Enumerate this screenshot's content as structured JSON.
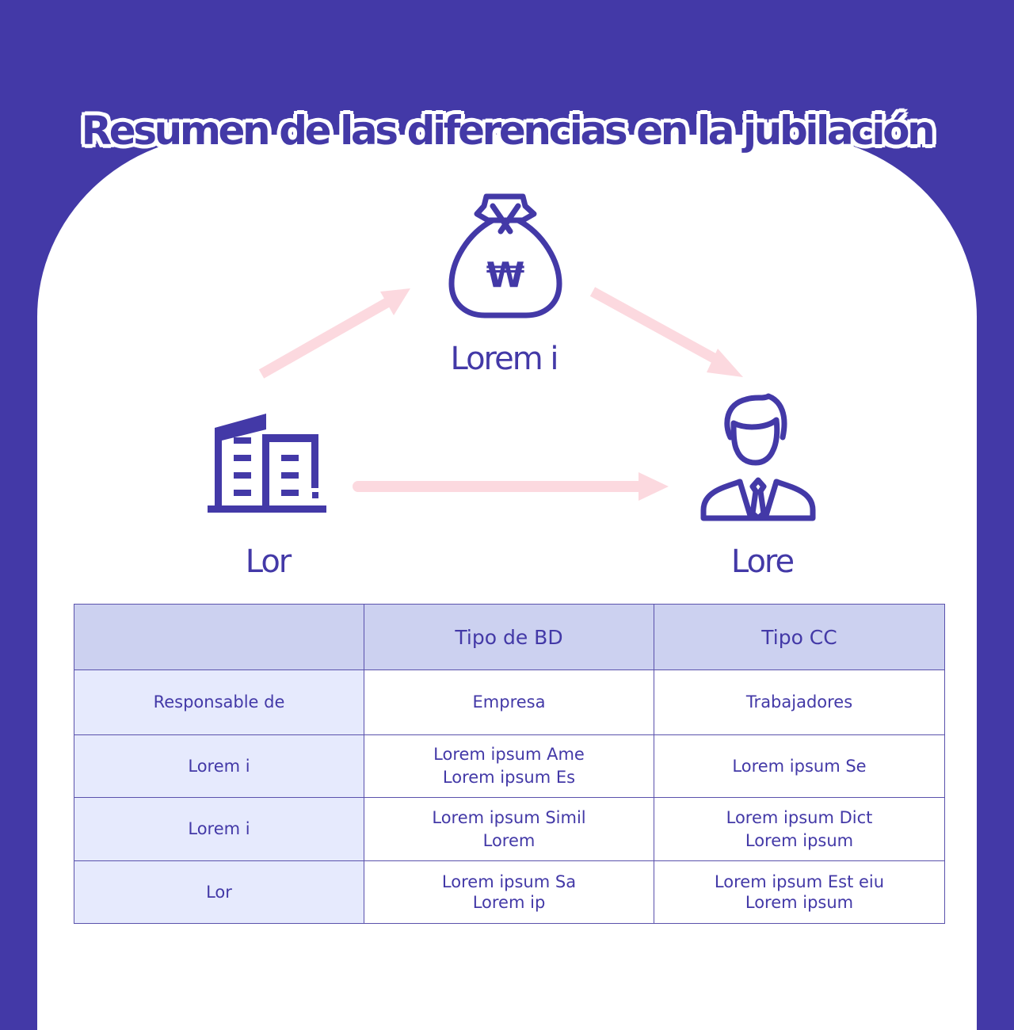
{
  "title": "Resumen de las diferencias en la jubilación",
  "colors": {
    "background": "#4339a7",
    "panel": "#ffffff",
    "primary": "#4339a7",
    "arrow": "#fcd9df",
    "header_fill": "#ccd1f0",
    "row_header_fill": "#e6eafd"
  },
  "diagram": {
    "nodes": [
      {
        "id": "fund",
        "icon": "money-bag-won-icon",
        "label": "Lorem i"
      },
      {
        "id": "company",
        "icon": "office-building-icon",
        "label": "Lor"
      },
      {
        "id": "worker",
        "icon": "businessman-icon",
        "label": "Lore"
      }
    ],
    "edges": [
      {
        "from": "company",
        "to": "fund"
      },
      {
        "from": "fund",
        "to": "worker"
      },
      {
        "from": "company",
        "to": "worker"
      }
    ]
  },
  "table": {
    "headers": [
      "",
      "Tipo de BD",
      "Tipo CC"
    ],
    "rows": [
      {
        "label": "Responsable de",
        "bd": [
          "Empresa"
        ],
        "cc": [
          "Trabajadores"
        ]
      },
      {
        "label": "Lorem i",
        "bd": [
          "Lorem ipsum Ame",
          "Lorem ipsum Es"
        ],
        "cc": [
          "Lorem ipsum Se"
        ]
      },
      {
        "label": "Lorem i",
        "bd": [
          "Lorem ipsum Simil",
          "Lorem"
        ],
        "cc": [
          "Lorem ipsum Dict",
          "Lorem ipsum"
        ]
      },
      {
        "label": "Lor",
        "bd": [
          "Lorem ipsum Sa",
          "Lorem ip"
        ],
        "cc": [
          "Lorem ipsum Est eiu",
          "Lorem ipsum"
        ]
      }
    ]
  }
}
